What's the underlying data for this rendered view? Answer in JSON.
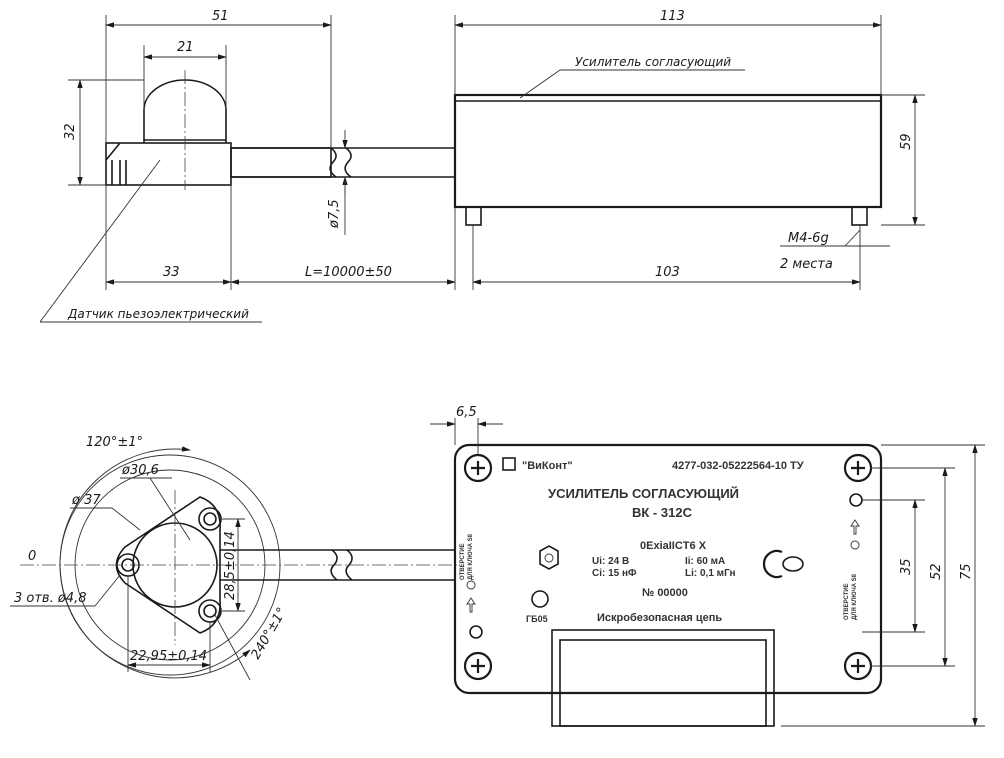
{
  "side_view": {
    "dim_sensor_width": "51",
    "dim_dome_width": "21",
    "dim_sensor_height": "32",
    "dim_base_length": "33",
    "dim_cable_length": "L=10000±50",
    "dim_cable_diameter": "ø7,5",
    "dim_amp_length": "113",
    "dim_amp_height": "59",
    "dim_mount_spacing": "103",
    "thread_callout": "M4-6g",
    "thread_count": "2 места",
    "label_amplifier": "Усилитель согласующий",
    "label_sensor": "Датчик пьезоэлектрический"
  },
  "top_view": {
    "dim_angle_top": "120°±1°",
    "dim_diam_outer": "ø30,6",
    "dim_diam_inner": "ø 37",
    "dim_zero": "0",
    "dim_holes": "3 отв. ø4,8",
    "dim_height_inner": "28,5±0,14",
    "dim_width_inner": "22,95±0,14",
    "dim_angle_bottom": "240°±1°",
    "dim_edge_offset": "6,5",
    "dim_slot_spacing": "35",
    "dim_inner_height": "52",
    "dim_outer_height": "75"
  },
  "nameplate": {
    "brand": "\"ВиКонт\"",
    "spec": "4277-032-05222564-10 ТУ",
    "title": "УСИЛИТЕЛЬ СОГЛАСУЮЩИЙ",
    "model": "ВК - 312С",
    "ex_marking": "0ExiaIICT6 X",
    "ui": "Ui: 24 В",
    "ii": "Ii: 60 мА",
    "ci": "Ci: 15 нФ",
    "li": "Li: 0,1 мГн",
    "serial": "№ 00000",
    "circuit": "Искробезопасная цепь",
    "gbo_label": "ГБ05",
    "side_text_left_1": "ОТВЕРСТИЕ",
    "side_text_left_2": "ДЛЯ КЛЮЧА S8",
    "side_text_right_1": "ОТВЕРСТИЕ",
    "side_text_right_2": "ДЛЯ КЛЮЧА S8"
  }
}
